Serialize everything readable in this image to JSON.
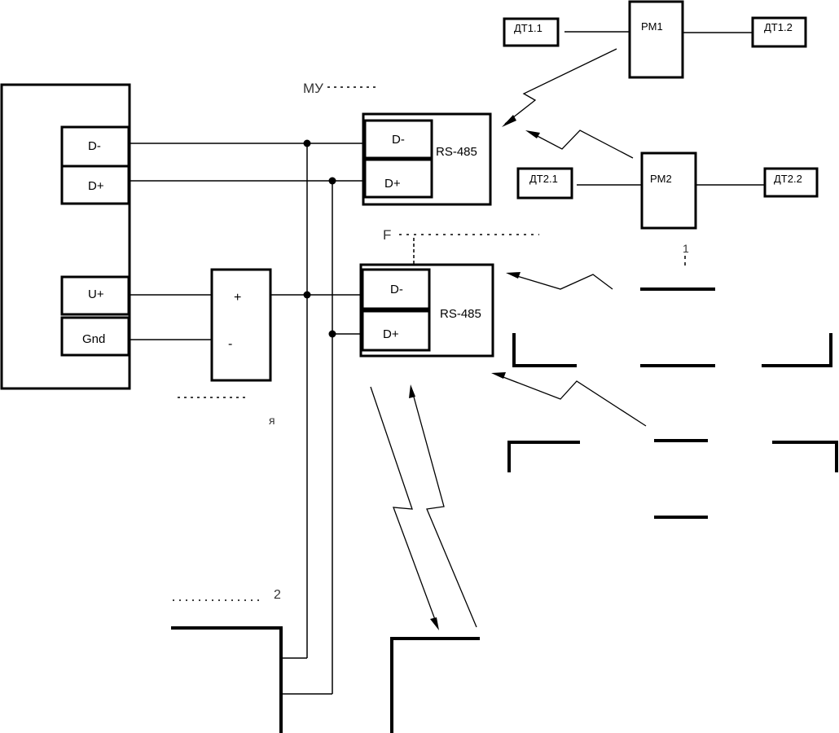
{
  "terminals": {
    "d_minus": "D-",
    "d_plus": "D+",
    "u_plus": "U+",
    "gnd": "Gnd"
  },
  "power_supply": {
    "plus": "+",
    "minus": "-"
  },
  "module_top": {
    "d_minus": "D-",
    "d_plus": "D+",
    "interface": "RS-485",
    "caption_fragment": "МУ"
  },
  "module_bottom": {
    "d_minus": "D-",
    "d_plus": "D+",
    "interface": "RS-485",
    "caption_fragment": "F"
  },
  "radio_modules": {
    "rm1": "PM1",
    "rm2": "PM2"
  },
  "sensors": {
    "dt11": "ДТ1.1",
    "dt12": "ДТ1.2",
    "dt21": "ДТ2.1",
    "dt22": "ДТ2.2"
  },
  "fragments": {
    "num2": "2",
    "letter_ya": "я",
    "num1": "1"
  }
}
